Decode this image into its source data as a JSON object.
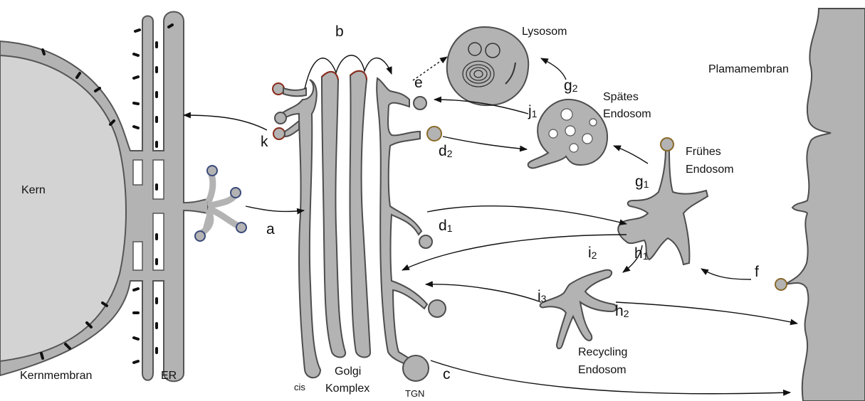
{
  "labels": {
    "kern": "Kern",
    "kernmembran": "Kernmembran",
    "er": "ER",
    "cis": "cis",
    "golgi_line1": "Golgi",
    "golgi_line2": "Komplex",
    "tgn": "TGN",
    "lysosom": "Lysosom",
    "spaetes_line1": "Spätes",
    "spaetes_line2": "Endosom",
    "fruehes_line1": "Frühes",
    "fruehes_line2": "Endosom",
    "recycling_line1": "Recycling",
    "recycling_line2": "Endosom",
    "plasmamembran": "Plamamembran"
  },
  "pathways": {
    "a": "a",
    "b": "b",
    "c": "c",
    "d1": "d",
    "d1_sub": "1",
    "d2": "d",
    "d2_sub": "2",
    "e": "e",
    "f": "f",
    "g1": "g",
    "g1_sub": "1",
    "g2": "g",
    "g2_sub": "2",
    "h1": "h",
    "h1_sub": "1",
    "h2": "h",
    "h2_sub": "2",
    "i2": "i",
    "i2_sub": "2",
    "i3": "i",
    "i3_sub": "3",
    "j1": "j",
    "j1_sub": "1",
    "k": "k"
  },
  "colors": {
    "organelle_fill": "#b3b3b3",
    "nucleus_fill": "#d3d3d3",
    "outline": "#4d4d4d",
    "ribosome": "#111111"
  }
}
